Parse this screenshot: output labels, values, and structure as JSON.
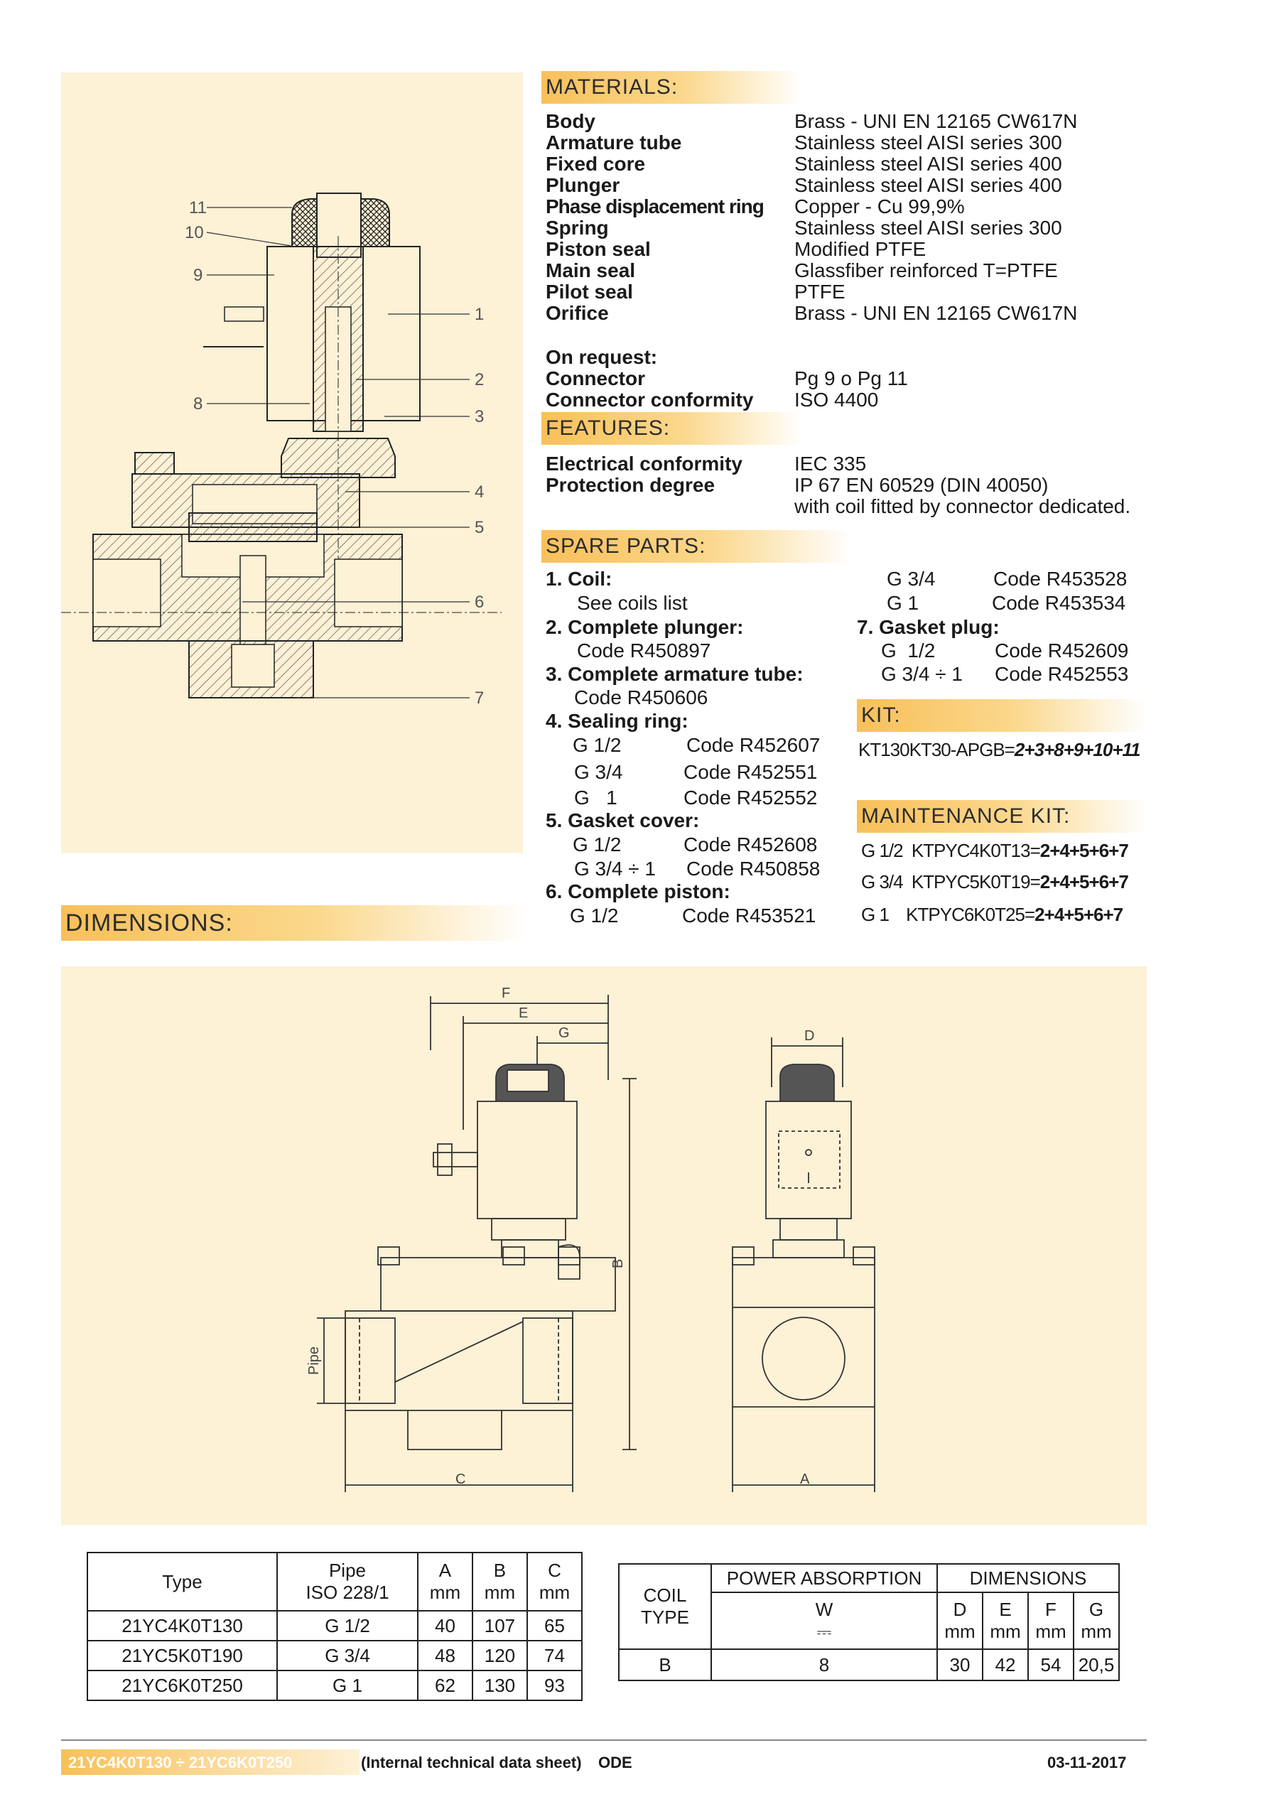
{
  "headers": {
    "materials": "MATERIALS:",
    "features": "FEATURES:",
    "spare_parts": "SPARE PARTS:",
    "kit": "KIT:",
    "maintenance_kit": "MAINTENANCE KIT:",
    "dimensions": "DIMENSIONS:"
  },
  "materials": [
    {
      "label": "Body",
      "value": "Brass - UNI EN 12165 CW617N"
    },
    {
      "label": "Armature tube",
      "value": "Stainless steel  AISI series 300"
    },
    {
      "label": "Fixed core",
      "value": "Stainless steel  AISI series 400"
    },
    {
      "label": "Plunger",
      "value": "Stainless steel  AISI series 400"
    },
    {
      "label": "Phase displacement ring",
      "value": "Copper - Cu 99,9%"
    },
    {
      "label": "Spring",
      "value": "Stainless steel  AISI series 300"
    },
    {
      "label": "Piston seal",
      "value": "Modified PTFE"
    },
    {
      "label": "Main seal",
      "value": "Glassfiber reinforced T=PTFE"
    },
    {
      "label": "Pilot seal",
      "value": "PTFE"
    },
    {
      "label": "Orifice",
      "value": "Brass - UNI EN 12165 CW617N"
    }
  ],
  "on_request": {
    "title": "On request:",
    "items": [
      {
        "label": "Connector",
        "value": "Pg 9 o Pg 11"
      },
      {
        "label": "Connector conformity",
        "value": "ISO 4400"
      }
    ]
  },
  "features": [
    {
      "label": "Electrical conformity",
      "value": "IEC 335"
    },
    {
      "label": "Protection degree",
      "value": "IP 67 EN 60529 (DIN 40050)"
    }
  ],
  "features_note": "with coil fitted by connector dedicated.",
  "spare_parts": {
    "coil_title": "1.  Coil:",
    "coil_sub": "See coils list",
    "plunger_title": "2.  Complete plunger:",
    "plunger_code": "Code R450897",
    "tube_title": "3.  Complete armature tube:",
    "tube_code": "Code R450606",
    "sealing_title": "4.  Sealing ring:",
    "sealing": [
      {
        "size": "G 1/2",
        "code": "Code R452607"
      },
      {
        "size": "G 3/4",
        "code": "Code R452551"
      },
      {
        "size": "G   1",
        "code": "Code R452552"
      }
    ],
    "gasket_cover_title": "5.  Gasket cover:",
    "gasket_cover": [
      {
        "size": "G 1/2",
        "code": "Code R452608"
      },
      {
        "size": "G 3/4 ÷ 1",
        "code": "Code R450858"
      }
    ],
    "piston_title": "6. Complete piston:",
    "piston": [
      {
        "size": "G 1/2",
        "code": "Code R453521"
      }
    ],
    "piston_cont": [
      {
        "size": "G 3/4",
        "code": "Code R453528"
      },
      {
        "size": "G 1",
        "code": "Code R453534"
      }
    ],
    "plug_title": "7. Gasket plug:",
    "plug": [
      {
        "size": "G  1/2",
        "code": "Code R452609"
      },
      {
        "size": "G 3/4 ÷ 1",
        "code": "Code R452553"
      }
    ]
  },
  "kit": {
    "code": "KT130KT30-APGB=",
    "parts": "2+3+8+9+10+11"
  },
  "maintenance_kit": [
    {
      "size": "G 1/2",
      "code": "KTPYC4K0T13=",
      "parts": "2+4+5+6+7"
    },
    {
      "size": "G 3/4",
      "code": "KTPYC5K0T19=",
      "parts": "2+4+5+6+7"
    },
    {
      "size": "G 1",
      "code": "KTPYC6K0T25=",
      "parts": "2+4+5+6+7"
    }
  ],
  "section_callouts": [
    "11",
    "10",
    "9",
    "1",
    "8",
    "2",
    "3",
    "4",
    "5",
    "6",
    "7"
  ],
  "drawing_labels": {
    "F": "F",
    "E": "E",
    "G": "G",
    "D": "D",
    "B": "B",
    "C": "C",
    "A": "A",
    "pipe": "Pipe"
  },
  "type_table": {
    "headers": [
      "Type",
      "Pipe\nISO 228/1",
      "A\nmm",
      "B\nmm",
      "C\nmm"
    ],
    "rows": [
      [
        "21YC4K0T130",
        "G 1/2",
        "40",
        "107",
        "65"
      ],
      [
        "21YC5K0T190",
        "G 3/4",
        "48",
        "120",
        "74"
      ],
      [
        "21YC6K0T250",
        "G 1",
        "62",
        "130",
        "93"
      ]
    ]
  },
  "coil_table": {
    "coil_type": "COIL\nTYPE",
    "power_absorption": "POWER ABSORPTION",
    "dimensions": "DIMENSIONS",
    "w": "W",
    "dc": "⎓",
    "dim_cols": [
      "D\nmm",
      "E\nmm",
      "F\nmm",
      "G\nmm"
    ],
    "row": [
      "B",
      "8",
      "30",
      "42",
      "54",
      "20,5"
    ]
  },
  "footer": {
    "model_range": "21YC4K0T130 ÷ 21YC6K0T250",
    "note": "(Internal technical data sheet)",
    "code": "ODE",
    "date": "03-11-2017"
  },
  "colors": {
    "panel": "#fdf1d6",
    "header_accent": "#f8c05a",
    "line": "#222222"
  }
}
